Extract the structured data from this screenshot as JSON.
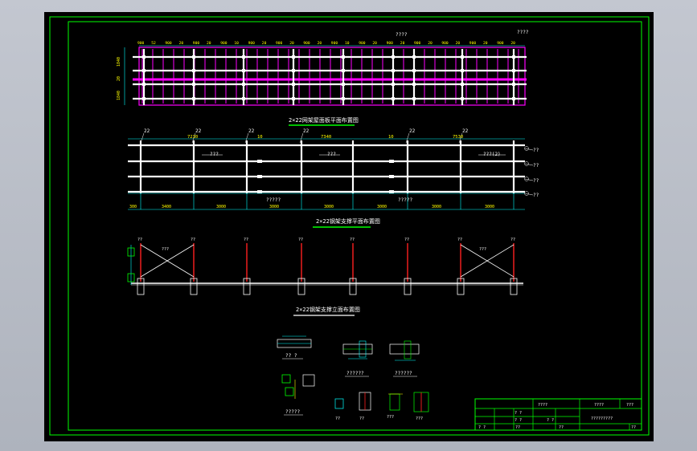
{
  "colors": {
    "background": "#000000",
    "border": "#00ff00",
    "beam": "#ffffff",
    "rebar": "#ff00ff",
    "dimension": "#00ffff",
    "label": "#ffff00",
    "column": "#ff2020"
  },
  "plan_top": {
    "corner_label": "????",
    "top_label": "????",
    "dims": [
      "900",
      "52",
      "900",
      "20",
      "900",
      "20",
      "900",
      "10",
      "900",
      "20",
      "900",
      "20",
      "900",
      "20",
      "900",
      "10",
      "900",
      "20",
      "900",
      "20",
      "900",
      "20",
      "900",
      "20",
      "900",
      "20",
      "900",
      "20"
    ],
    "side_dims": [
      "1840",
      "20",
      "1840"
    ],
    "title": "2×22网架屋面板平面布置图"
  },
  "plan_mid": {
    "axis_labels": [
      "22",
      "22",
      "22",
      "22",
      "22",
      "22"
    ],
    "span_dims": [
      "7230",
      "10",
      "7340",
      "10",
      "7530"
    ],
    "notes": [
      "???",
      "???",
      "???(2)"
    ],
    "bottom_notes": [
      "?????",
      "?????"
    ],
    "right_labels": [
      "??",
      "??",
      "??",
      "??"
    ],
    "bottom_dims": [
      "300",
      "3400",
      "3000",
      "3000",
      "3000",
      "3000",
      "3000",
      "3000"
    ],
    "title": "2×22钢架支撑平面布置图"
  },
  "elevation": {
    "column_labels": [
      "??",
      "??",
      "??",
      "??",
      "??",
      "??",
      "??",
      "??"
    ],
    "brace_labels": [
      "???",
      "???"
    ],
    "title": "2×22钢架支撑立面布置图"
  },
  "details": {
    "labels": [
      "?? ?",
      "??????",
      "??????",
      "?????",
      "??",
      "??",
      "???",
      "???"
    ]
  },
  "title_block": {
    "cells": [
      "????",
      "????",
      "???",
      "?????????",
      "? ?",
      "? ?",
      "? ?",
      "? ?",
      "??",
      "??",
      "??"
    ]
  }
}
